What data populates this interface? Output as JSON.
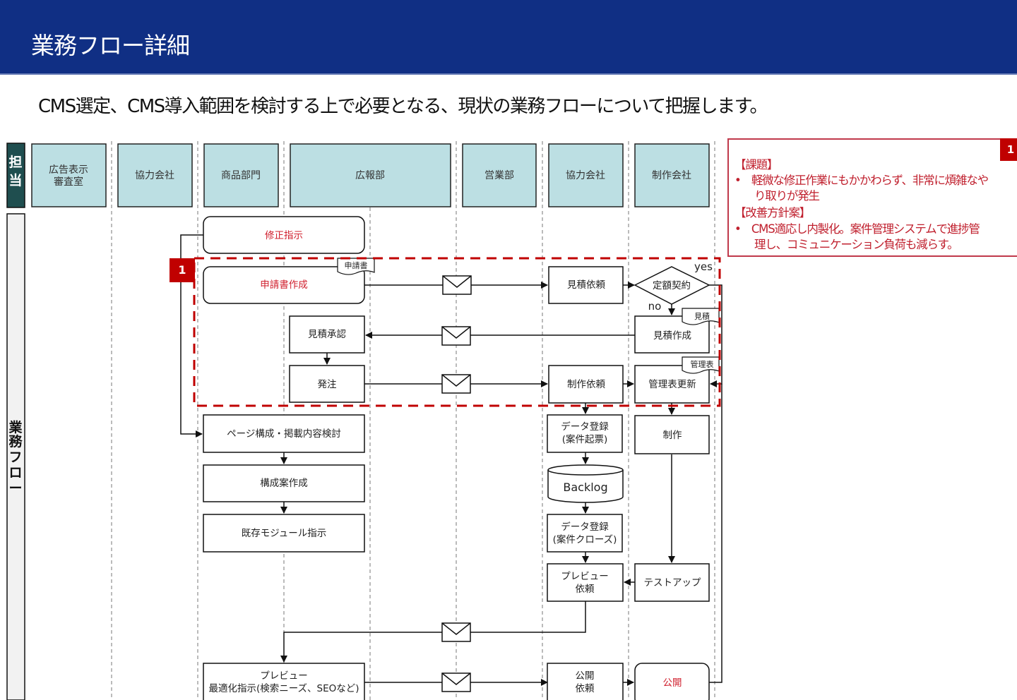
{
  "header": {
    "title": "業務フロー詳細"
  },
  "subtitle": "CMS選定、CMS導入範囲を検討する上で必要となる、現状の業務フローについて把握します。",
  "side_labels": {
    "owner": "担当",
    "flow": "業務フロー"
  },
  "lanes": [
    {
      "label_line1": "広告表示",
      "label_line2": "審査室"
    },
    {
      "label_line1": "協力会社",
      "label_line2": ""
    },
    {
      "label_line1": "商品部門",
      "label_line2": ""
    },
    {
      "label_line1": "広報部",
      "label_line2": ""
    },
    {
      "label_line1": "営業部",
      "label_line2": ""
    },
    {
      "label_line1": "協力会社",
      "label_line2": ""
    },
    {
      "label_line1": "制作会社",
      "label_line2": ""
    }
  ],
  "nodes": {
    "shusei_shiji": "修正指示",
    "shinseisho_sakusei": "申請書作成",
    "shinseisho_doc": "申請書",
    "mitsumori_irai": "見積依頼",
    "teigaku_keiyaku": "定額契約",
    "yes": "yes",
    "no": "no",
    "mitsumori_doc": "見積",
    "mitsumori_sakusei": "見積作成",
    "mitsumori_shonin": "見積承認",
    "hatchu": "発注",
    "seisaku_irai": "制作依頼",
    "kanrihyo_doc": "管理表",
    "kanrihyo_koushin": "管理表更新",
    "page_kousei": "ページ構成・掲載内容検討",
    "kouseian_sakusei": "構成案作成",
    "kizon_module": "既存モジュール指示",
    "data_touroku1_l1": "データ登録",
    "data_touroku1_l2": "(案件起票)",
    "backlog": "Backlog",
    "data_touroku2_l1": "データ登録",
    "data_touroku2_l2": "(案件クローズ)",
    "seisaku": "制作",
    "preview_irai_l1": "プレビュー",
    "preview_irai_l2": "依頼",
    "test_up": "テストアップ",
    "preview_saiteki_l1": "プレビュー",
    "preview_saiteki_l2": "最適化指示(検索ニーズ、SEOなど)",
    "koukai_irai_l1": "公開",
    "koukai_irai_l2": "依頼",
    "koukai": "公開"
  },
  "highlight": {
    "badge": "1"
  },
  "issue_panel": {
    "badge": "1",
    "issue_heading": "【課題】",
    "issue_bullet_l1": "•　軽微な修正作業にもかかわらず、非常に煩雑なや",
    "issue_bullet_l2": "り取りが発生",
    "plan_heading": "【改善方針案】",
    "plan_bullet_l1": "•　CMS適応し内製化。案件管理システムで進捗管",
    "plan_bullet_l2": "理し、コミュニケーション負荷も減らす。"
  },
  "colors": {
    "header_bg": "#102f84",
    "lane_fill": "#bcdfe3",
    "accent_red": "#c00000",
    "owner_label_bg": "#1f4e4f"
  }
}
